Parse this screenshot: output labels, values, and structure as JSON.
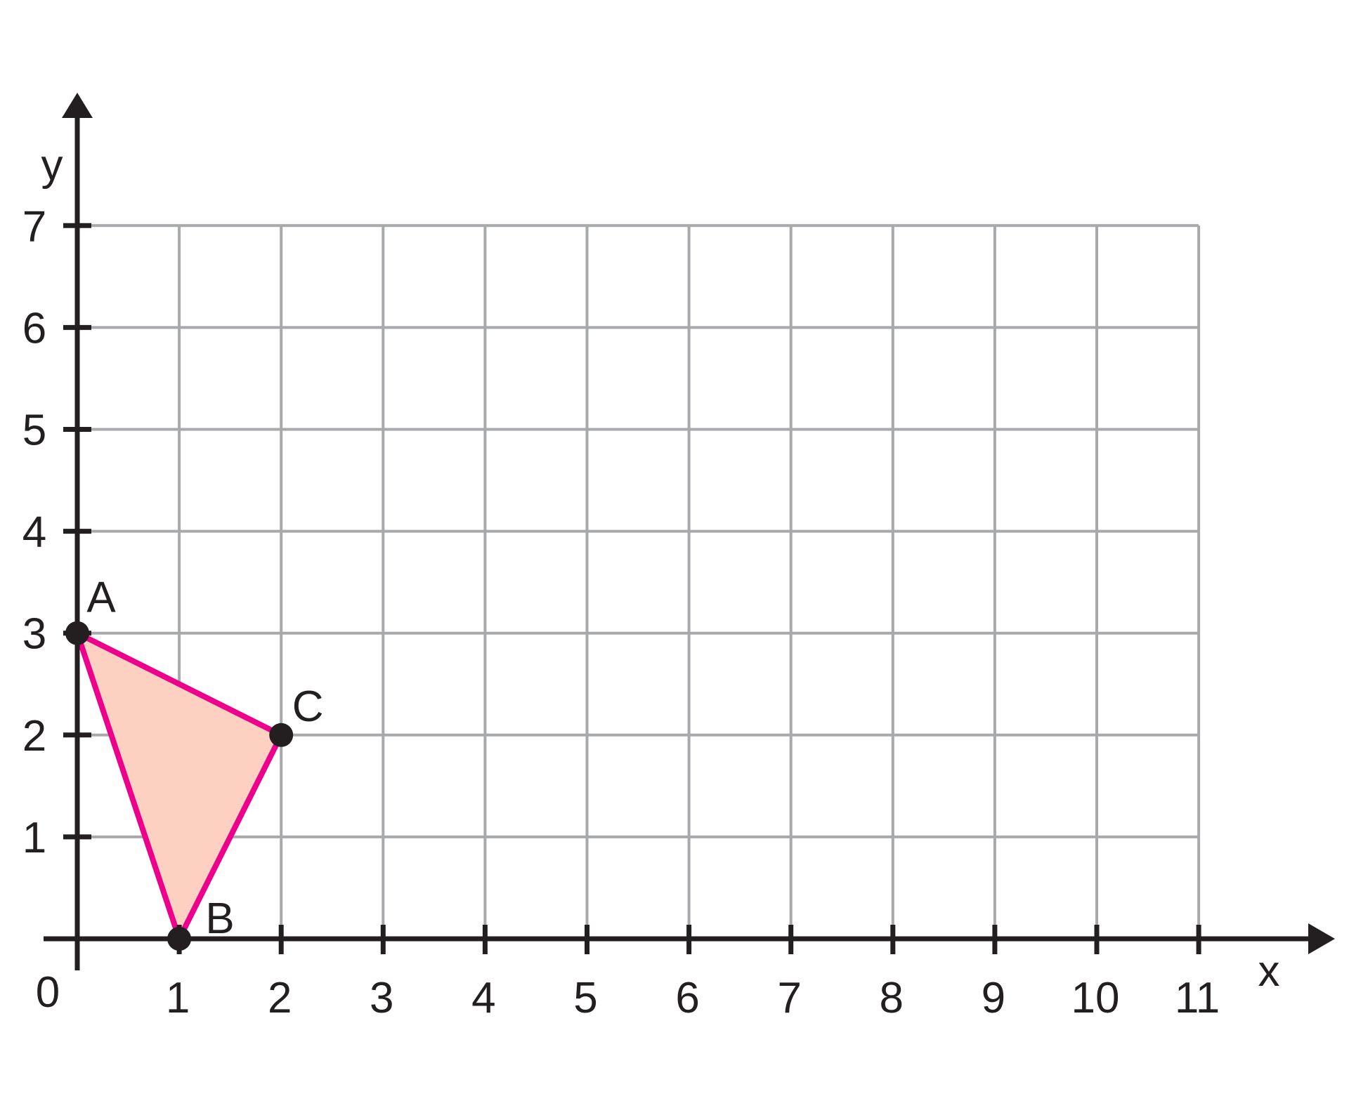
{
  "diagram": {
    "x_axis_label": "x",
    "y_axis_label": "y",
    "origin_label": "0",
    "x_ticks": [
      "1",
      "2",
      "3",
      "4",
      "5",
      "6",
      "7",
      "8",
      "9",
      "10",
      "11"
    ],
    "y_ticks": [
      "1",
      "2",
      "3",
      "4",
      "5",
      "6",
      "7"
    ],
    "grid": {
      "x_max": 11,
      "y_max": 7
    },
    "points": [
      {
        "label": "A",
        "x": 0,
        "y": 3
      },
      {
        "label": "B",
        "x": 1,
        "y": 0
      },
      {
        "label": "C",
        "x": 2,
        "y": 2
      }
    ],
    "colors": {
      "axis": "#231f20",
      "grid": "#a7a9ac",
      "triangle_fill": "#fdd1c2",
      "triangle_stroke": "#ec008c",
      "point": "#231f20"
    }
  }
}
